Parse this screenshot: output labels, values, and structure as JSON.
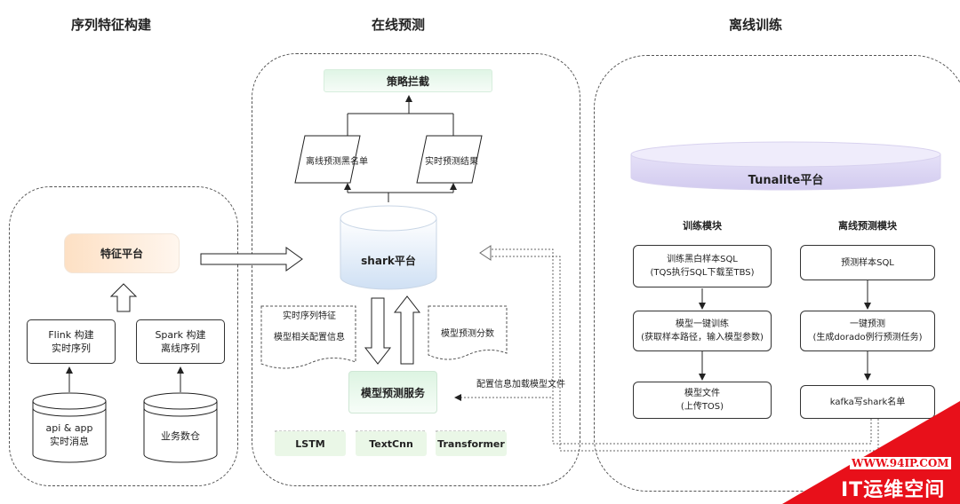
{
  "sections": {
    "feature": "序列特征构建",
    "online": "在线预测",
    "offline": "离线训练"
  },
  "feature": {
    "platform": "特征平台",
    "flink": "Flink 构建\n实时序列",
    "spark": "Spark 构建\n离线序列",
    "api_source": "api & app\n实时消息",
    "warehouse": "业务数仓"
  },
  "online": {
    "strategy": "策略拦截",
    "blacklist": "离线预测黑名单",
    "realtime_result": "实时预测结果",
    "shark": "shark平台",
    "doc_features": "实时序列特征\n\n模型相关配置信息",
    "doc_score": "模型预测分数",
    "model_service": "模型预测服务",
    "config_load": "配置信息加载模型文件",
    "models": [
      "LSTM",
      "TextCnn",
      "Transformer"
    ]
  },
  "offline": {
    "platform": "Tunalite平台",
    "train_title": "训练模块",
    "predict_title": "离线预测模块",
    "train_steps": [
      "训练黑白样本SQL\n(TQS执行SQL下载至TBS)",
      "模型一键训练\n(获取样本路径，输入模型参数)",
      "模型文件\n(上传TOS)"
    ],
    "predict_steps": [
      "预测样本SQL",
      "一键预测\n(生成dorado例行预测任务)",
      "kafka写shark名单"
    ]
  },
  "watermark": {
    "url": "WWW.94IP.COM",
    "brand": "IT运维空间"
  },
  "colors": {
    "model_box_fill": "#e9f7e6",
    "strategy_fill": "#e6f6ec",
    "feature_platform_fill": "#fde6cf",
    "shark_top": "#ffffff",
    "shark_bottom": "#cfe0f4",
    "tunalite": "#dcd6f4",
    "watermark_red": "#e8101a"
  }
}
